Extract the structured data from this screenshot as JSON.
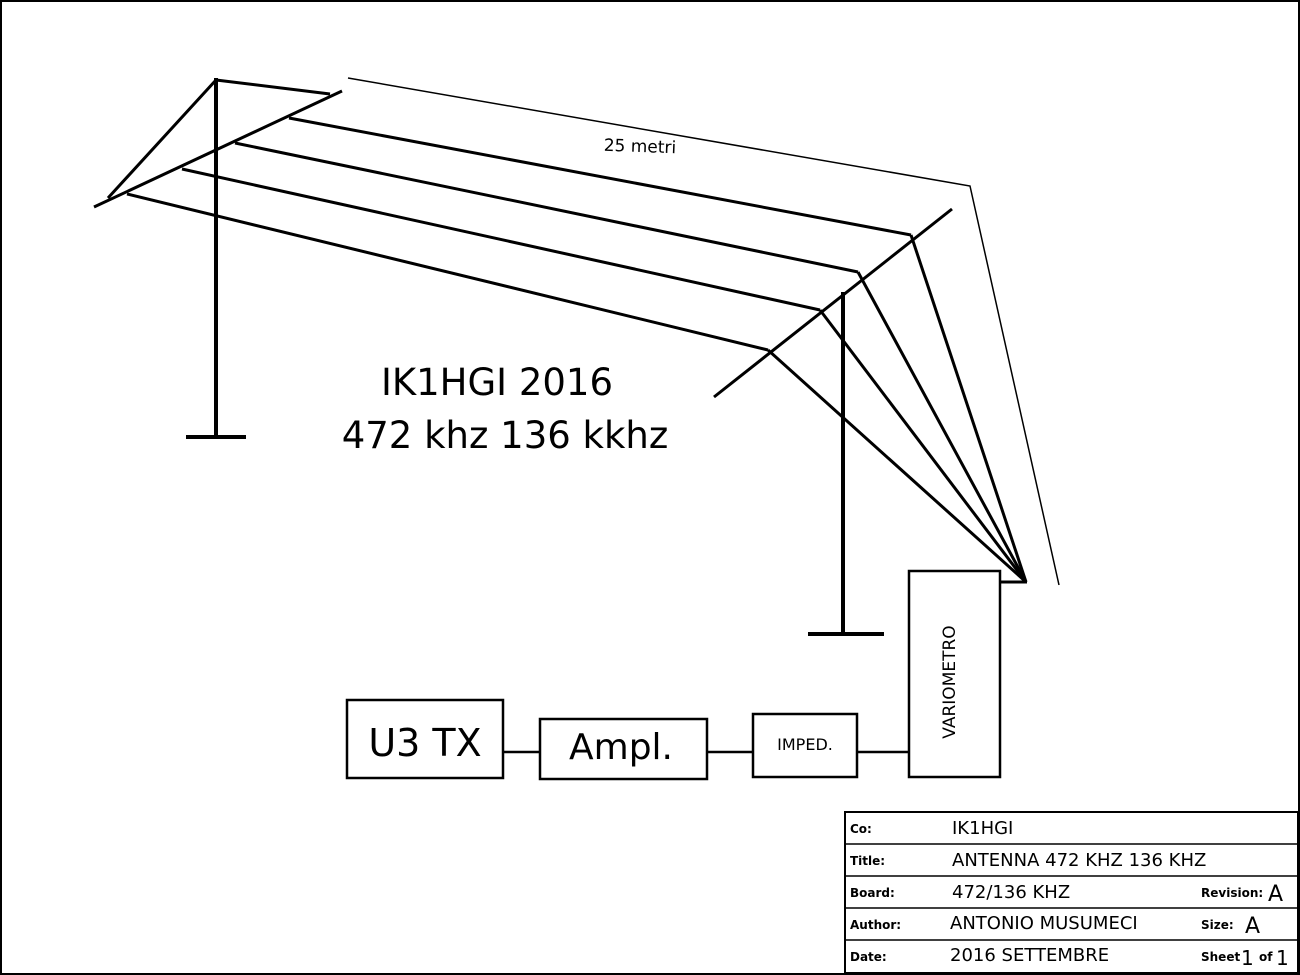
{
  "diagram": {
    "length_label": "25 metri",
    "heading_line1": "IK1HGI 2016",
    "heading_line2": "472 khz 136 kkhz",
    "blocks": {
      "tx": "U3 TX",
      "amplifier": "Ampl.",
      "impedance": "IMPED.",
      "variometer": "VARIOMETRO"
    }
  },
  "title_block": {
    "company_label": "Co:",
    "company": "IK1HGI",
    "title_label": "Title:",
    "title": "ANTENNA 472 KHZ 136 KHZ",
    "board_label": "Board:",
    "board": "472/136 KHZ",
    "revision_label": "Revision:",
    "revision": "A",
    "author_label": "Author:",
    "author": "ANTONIO MUSUMECI",
    "size_label": "Size:",
    "size": "A",
    "date_label": "Date:",
    "date": "2016 SETTEMBRE",
    "sheet_label": "Sheet",
    "sheet_number": "1",
    "of_label": "of",
    "sheet_total": "1"
  }
}
